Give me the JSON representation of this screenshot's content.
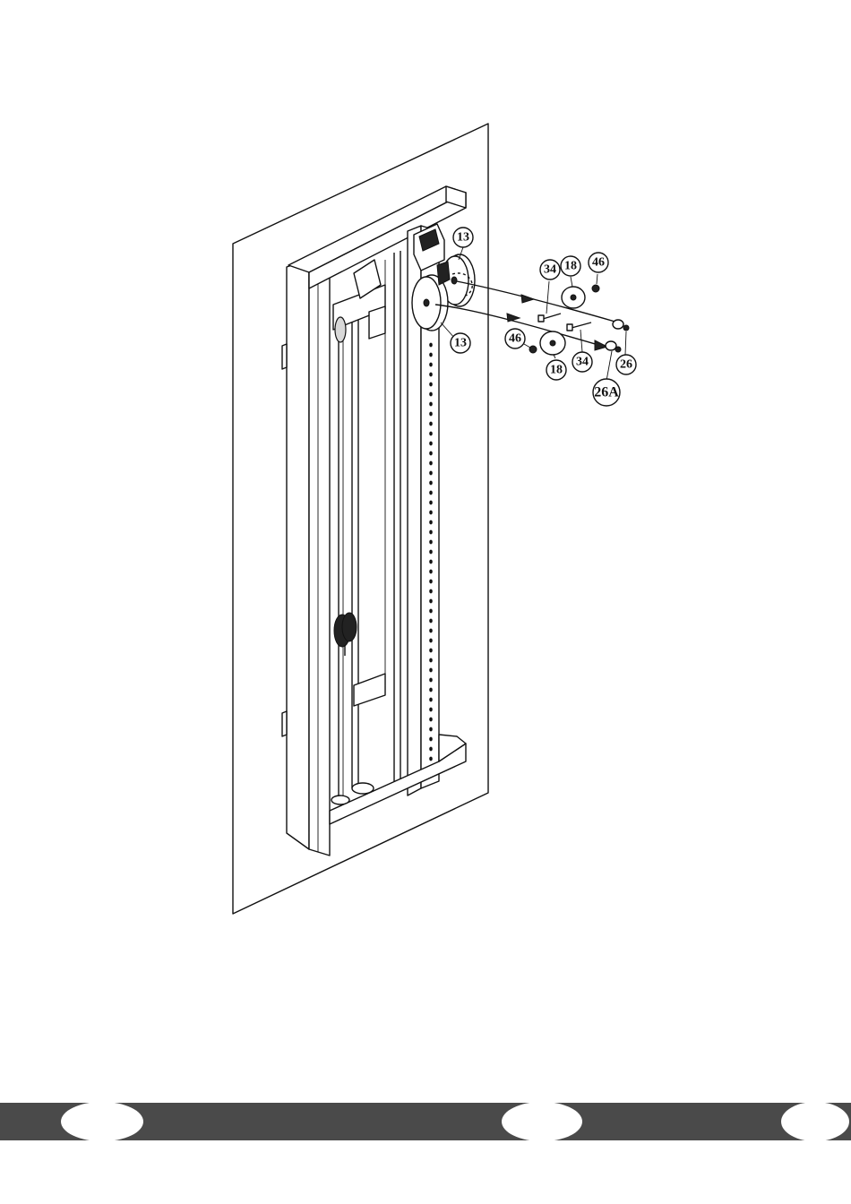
{
  "figure": {
    "callouts": [
      {
        "label": "13"
      },
      {
        "label": "13"
      },
      {
        "label": "34"
      },
      {
        "label": "18"
      },
      {
        "label": "46"
      },
      {
        "label": "46"
      },
      {
        "label": "18"
      },
      {
        "label": "34"
      },
      {
        "label": "26"
      },
      {
        "label": "26A"
      }
    ]
  },
  "footer": {
    "color": "#4a4a4a",
    "left_tab_label": "",
    "center_tab_label": "",
    "right_tab_label": ""
  }
}
